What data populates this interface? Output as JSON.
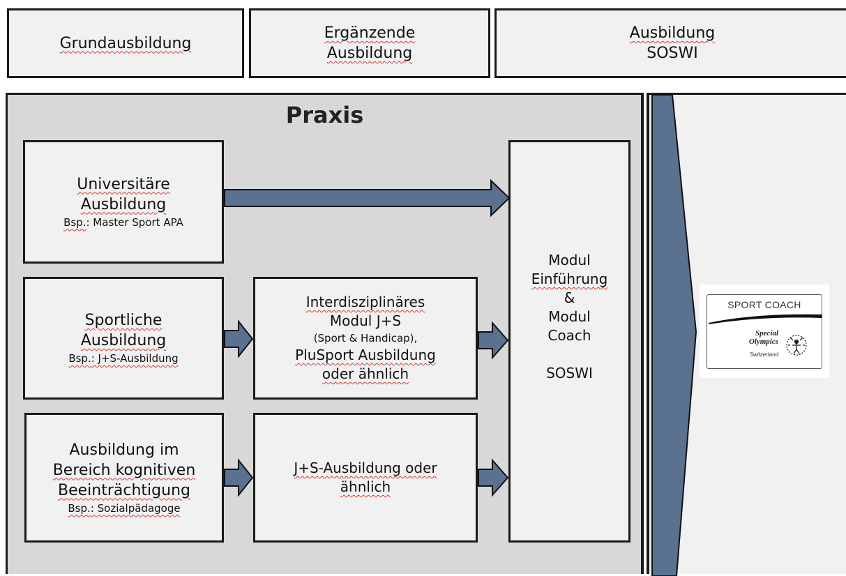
{
  "header": {
    "col1": "Grundausbildung",
    "col2_line1": "Ergänzende",
    "col2_line2": "Ausbildung",
    "col3_line1": "Ausbildung",
    "col3_line2": "SOSWI"
  },
  "praxis": {
    "title": "Praxis"
  },
  "boxes": {
    "uni": {
      "line1": "Universitäre",
      "line2": "Ausbildung",
      "example_prefix": "Bsp.",
      "example_rest": ": Master Sport APA"
    },
    "sport": {
      "line1": "Sportliche",
      "line2": "Ausbildung",
      "example_prefix": "Bsp.",
      "example_rest": ": J+S-Ausbildung"
    },
    "kog": {
      "line1": "Ausbildung im",
      "line2": "Bereich kognitiven",
      "line3": "Beeinträchtigung",
      "example_prefix": "Bsp.",
      "example_rest": ": Sozialpädagoge"
    },
    "inter": {
      "line1": "Interdisziplinäres",
      "line2": "Modul J+S",
      "line3": "(Sport & Handicap),",
      "line4": "PluSport Ausbildung",
      "line5": "oder ähnlich"
    },
    "js": {
      "line1": "J+S-Ausbildung oder",
      "line2": "ähnlich"
    },
    "modul": {
      "line1": "Modul",
      "line2": "Einführung",
      "line3": "&",
      "line4": "Modul",
      "line5": "Coach",
      "line6": "SOSWI"
    }
  },
  "logo": {
    "title": "SPORT COACH",
    "line1": "Special",
    "line2": "Olympics",
    "line3": "Switzerland"
  },
  "colors": {
    "arrow_fill": "#5a7290",
    "praxis_bg": "#d8d8d8",
    "box_bg": "#f1f1f1",
    "border": "#1a1a1a",
    "spell_underline": "#d33a3a"
  }
}
